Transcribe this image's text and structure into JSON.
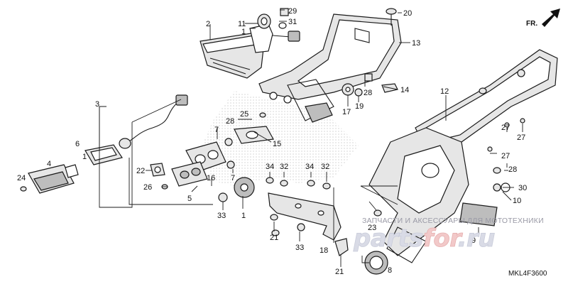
{
  "diagram": {
    "code": "MKL4F3600",
    "front_label": "FR.",
    "watermark_text": "ЗАПЧАСТИ И АКСЕССУАРЫ ДЛЯ МОТОТЕХНИКИ",
    "watermark_logo_a": "parts",
    "watermark_logo_b": "for",
    "watermark_logo_c": ".ru"
  },
  "callouts": {
    "c1": "1",
    "c2": "2",
    "c3": "3",
    "c4": "4",
    "c5": "5",
    "c6": "6",
    "c7a": "7",
    "c7b": "7",
    "c8": "8",
    "c9": "9",
    "c10": "10",
    "c11": "11",
    "c12": "12",
    "c13": "13",
    "c14": "14",
    "c15": "15",
    "c16": "16",
    "c17": "17",
    "c18": "18",
    "c19": "19",
    "c20": "20",
    "c21a": "21",
    "c21b": "21",
    "c22": "22",
    "c23": "23",
    "c24": "24",
    "c25": "25",
    "c26": "26",
    "c27a": "27",
    "c27b": "27",
    "c27c": "27",
    "c28a": "28",
    "c28b": "28",
    "c28c": "28",
    "c29": "29",
    "c30": "30",
    "c31": "31",
    "c32a": "32",
    "c32b": "32",
    "c33a": "33",
    "c33b": "33",
    "c34a": "34",
    "c34b": "34"
  }
}
